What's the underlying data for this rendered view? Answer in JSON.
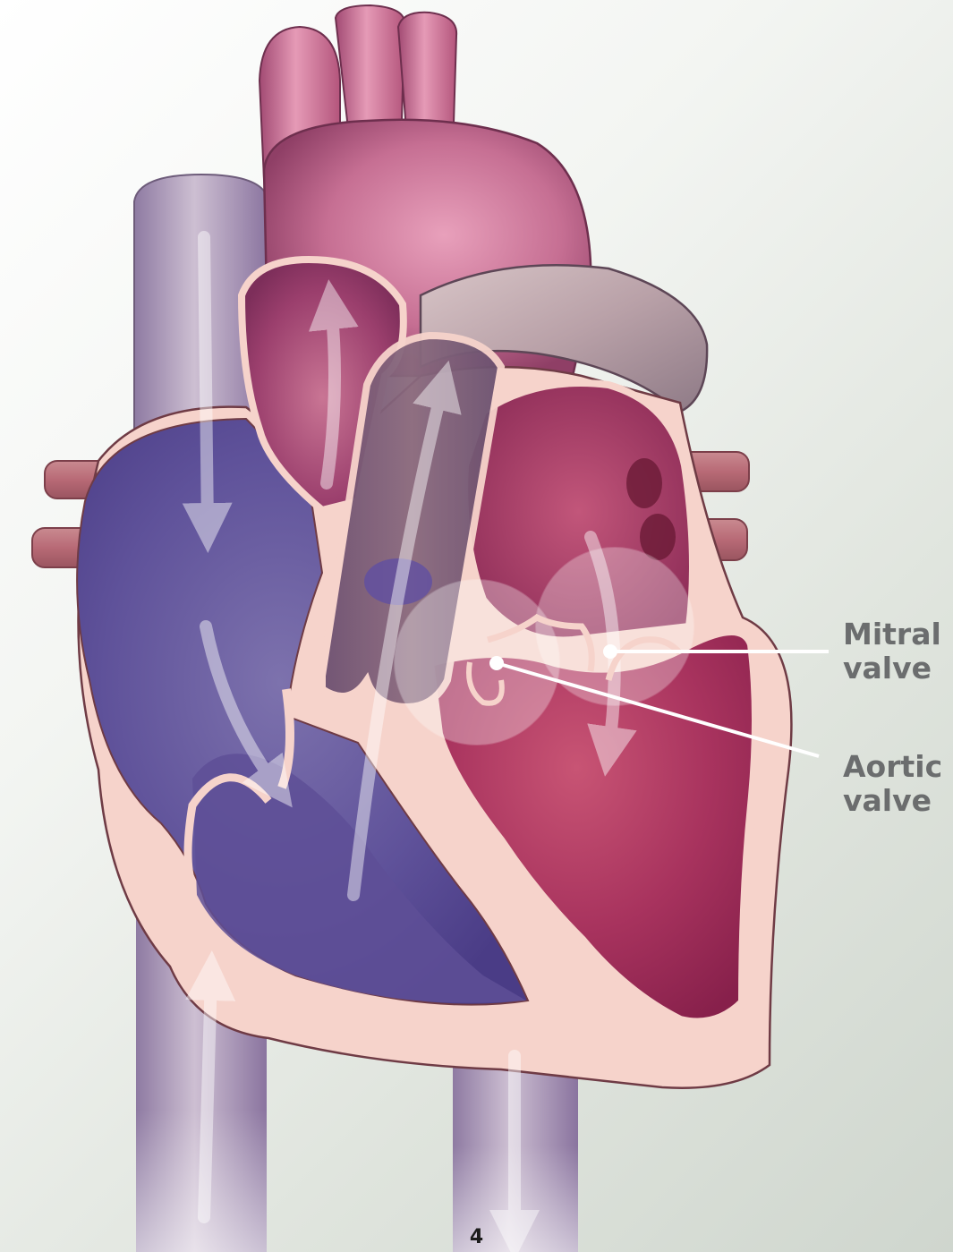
{
  "labels": {
    "mitral": {
      "line1": "Mitral",
      "line2": "valve"
    },
    "aortic": {
      "line1": "Aortic",
      "line2": "valve"
    }
  },
  "page_number": "4",
  "colors": {
    "background": "#e6eae4",
    "label_text": "#6b6d6e",
    "callout_line": "#ffffff",
    "right_heart_blue": "#5d4f98",
    "left_heart_red": "#9b2b58",
    "aorta_pink": "#c26a8a",
    "vena_cava": "#b39cbc",
    "heart_wall": "#f6d3cb"
  }
}
